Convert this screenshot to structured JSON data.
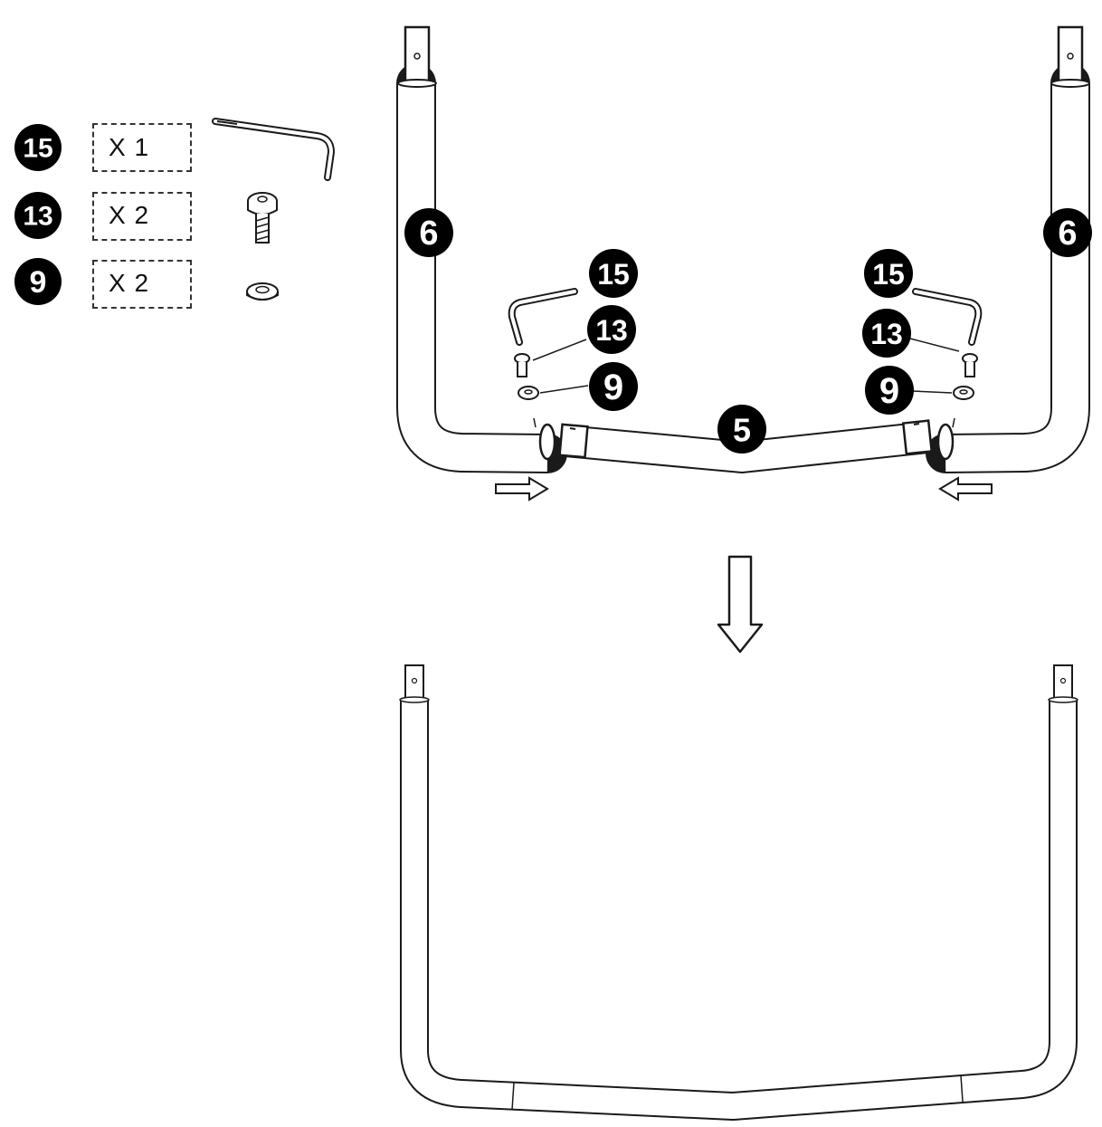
{
  "parts": [
    {
      "id": "15",
      "quantity": "X 1",
      "icon": "allen-key-icon"
    },
    {
      "id": "13",
      "quantity": "X 2",
      "icon": "bolt-icon"
    },
    {
      "id": "9",
      "quantity": "X 2",
      "icon": "washer-icon"
    }
  ],
  "callouts": {
    "left_frame": "6",
    "right_frame": "6",
    "center_bar": "5",
    "left_tool": "15",
    "left_bolt": "13",
    "left_washer": "9",
    "right_tool": "15",
    "right_bolt": "13",
    "right_washer": "9"
  },
  "colors": {
    "line": "#1a1a1a",
    "badge": "#000000",
    "background": "#ffffff"
  }
}
